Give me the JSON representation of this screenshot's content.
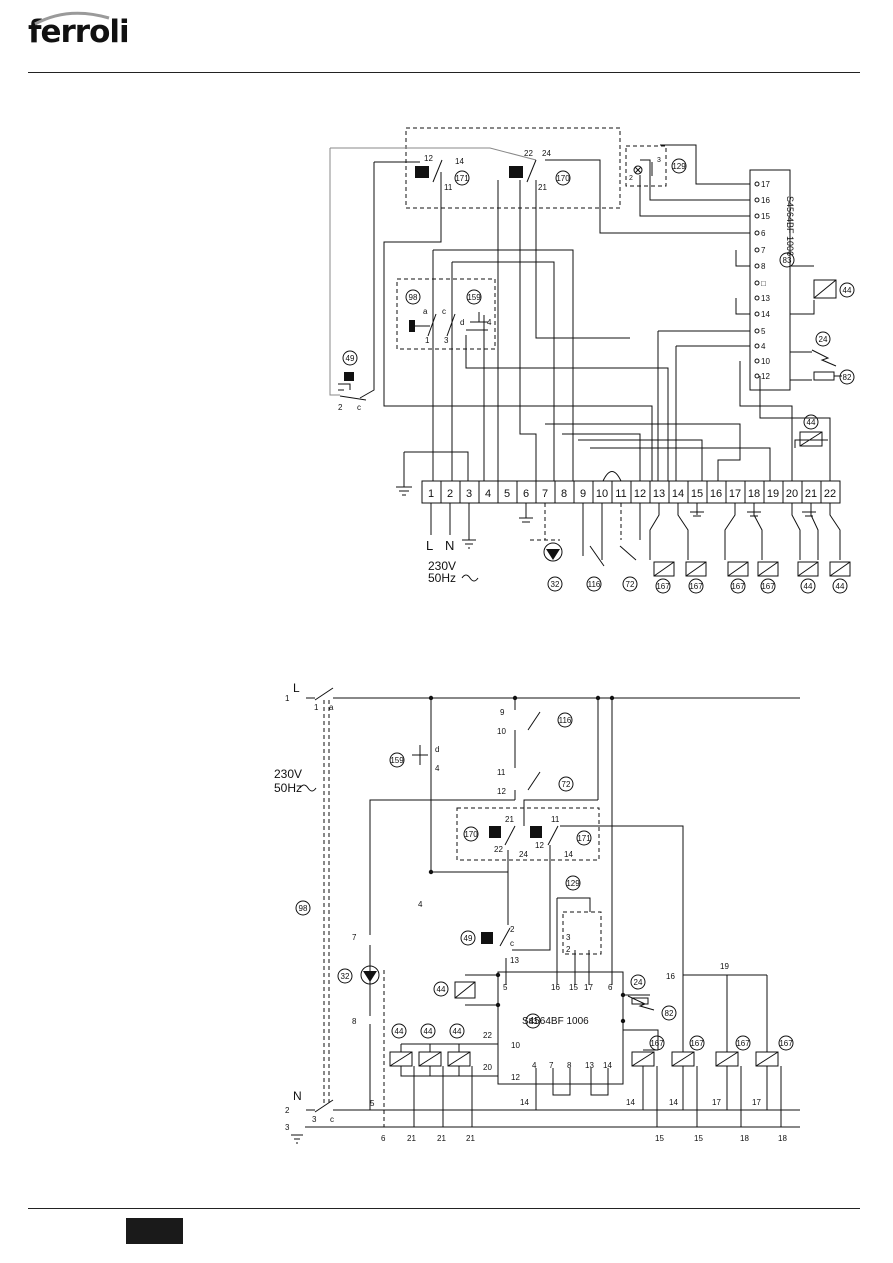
{
  "brand": {
    "logo_text": "ferroli"
  },
  "supply": {
    "voltage": "230V",
    "frequency": "50Hz",
    "phase_label": "L",
    "neutral_label": "N"
  },
  "control_unit": {
    "model": "S4564BF 1006"
  },
  "terminal_strip": [
    "1",
    "2",
    "3",
    "4",
    "5",
    "6",
    "7",
    "8",
    "9",
    "10",
    "11",
    "12",
    "13",
    "14",
    "15",
    "16",
    "17",
    "18",
    "19",
    "20",
    "21",
    "22"
  ],
  "unit_pins_top": [
    "17",
    "16",
    "15",
    "6",
    "7",
    "8",
    "□",
    "13",
    "14",
    "5",
    "4",
    "10",
    "12"
  ],
  "component_refs": {
    "r24": "24",
    "r32": "32",
    "r44": "44",
    "r49": "49",
    "r72": "72",
    "r82": "82",
    "r83": "83",
    "r98": "98",
    "r116": "116",
    "r129": "129",
    "r159": "159",
    "r167": "167",
    "r170": "170",
    "r171": "171"
  },
  "contact_labels": {
    "c12": "12",
    "c14": "14",
    "c11": "11",
    "c22": "22",
    "c24": "24",
    "c21": "21",
    "a": "a",
    "c": "c",
    "d": "d",
    "n1": "1",
    "n2": "2",
    "n3": "3",
    "n4": "4",
    "n5": "5",
    "n6": "6",
    "n7": "7",
    "n8": "8",
    "n9": "9",
    "n10": "10",
    "n13": "13",
    "n15": "15",
    "n16": "16",
    "n17": "17",
    "n18": "18",
    "n19": "19",
    "n20": "20"
  }
}
